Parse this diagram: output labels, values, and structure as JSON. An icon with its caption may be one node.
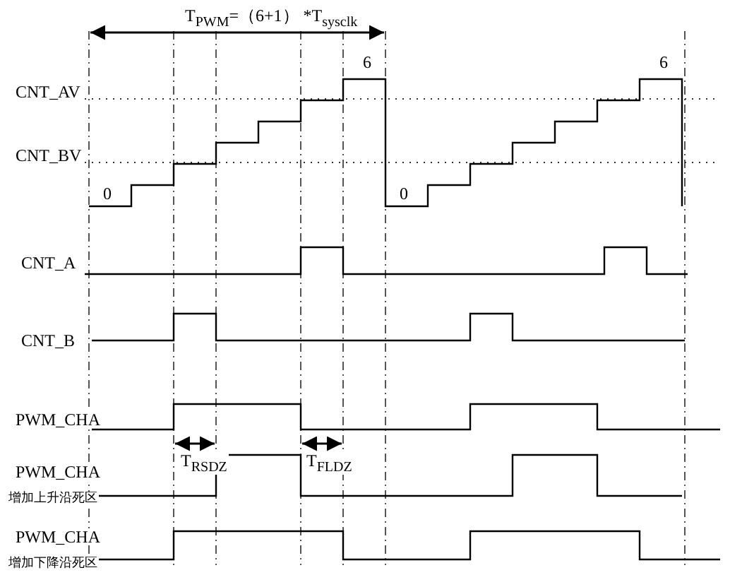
{
  "diagram": {
    "labels": [
      "T$_{PWM}$=（6+1） *T$_{sysclk}$",
      "6",
      "6",
      "CNT_AV",
      "CNT_BV",
      "0",
      "0",
      "CNT_A",
      "CNT_B",
      "PWM_CHA",
      "T$_{RSDZ}$",
      "T$_{FLDZ}$",
      "PWM_CHA",
      "增加上升沿死区",
      "PWM_CHA",
      "增加下降沿死区"
    ]
  }
}
